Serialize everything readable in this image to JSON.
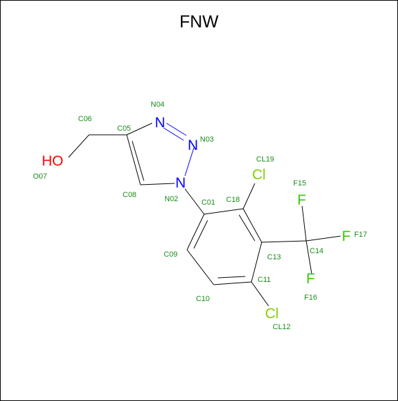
{
  "title": "FNW",
  "colors": {
    "bond": "#000000",
    "nitrogen": "#0000ff",
    "oxygen": "#ff0000",
    "chlorine": "#7fd000",
    "fluorine": "#33cc00",
    "atom_label": "#1a8c1a"
  },
  "atoms": {
    "hydroxyl": "HO",
    "n_top": "N",
    "n_right": "N",
    "n_ring": "N",
    "cl_top": "Cl",
    "cl_bottom": "Cl",
    "f_top": "F",
    "f_right": "F",
    "f_bottom": "F"
  },
  "labels": {
    "C06": "C06",
    "C05": "C05",
    "N04": "N04",
    "N03": "N03",
    "O07": "O07",
    "C08": "C08",
    "N02": "N02",
    "C01": "C01",
    "C18": "C18",
    "CL19": "CL19",
    "F15": "F15",
    "F17": "F17",
    "C14": "C14",
    "C13": "C13",
    "C09": "C09",
    "C11": "C11",
    "C10": "C10",
    "F16": "F16",
    "CL12": "CL12"
  }
}
